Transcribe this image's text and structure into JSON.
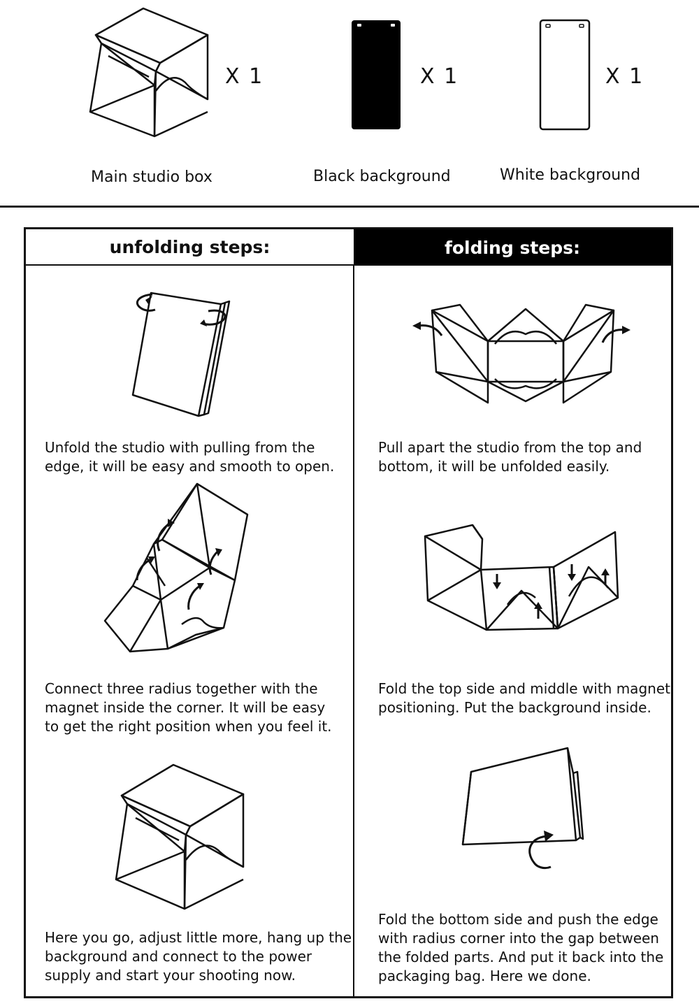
{
  "contents": {
    "items": [
      {
        "label": "Main studio box",
        "qty": "X 1"
      },
      {
        "label": "Black background",
        "qty": "X 1"
      },
      {
        "label": "White background",
        "qty": "X 1"
      }
    ]
  },
  "colors": {
    "ink": "#111111",
    "header_dark_bg": "#000000",
    "header_dark_text": "#ffffff",
    "page_bg": "#ffffff"
  },
  "unfolding": {
    "heading": "unfolding steps:",
    "steps": [
      {
        "text": "Unfold the studio with pulling from the\nedge, it will be easy and smooth to open.",
        "icon": "folded-flat-box-icon"
      },
      {
        "text": "Connect three radius together with the\nmagnet inside the corner. It will be easy\nto get the right position when you feel it.",
        "icon": "magnet-corner-icon"
      },
      {
        "text": "Here you go, adjust little more, hang up the\nbackground and connect to the power\nsupply and start your shooting now.",
        "icon": "assembled-studio-box-icon"
      }
    ]
  },
  "folding": {
    "heading": "folding steps:",
    "steps": [
      {
        "text": "Pull apart the studio from the top and\nbottom, it will be unfolded easily.",
        "icon": "pulled-apart-studio-icon"
      },
      {
        "text": "Fold the top side and middle with magnet\npositioning. Put the background inside.",
        "icon": "fold-middle-icon"
      },
      {
        "text": "Fold the bottom side and push the edge\nwith radius corner into the gap between\nthe folded parts. And put it back into the\npackaging bag. Here we done.",
        "icon": "folded-back-icon"
      }
    ]
  }
}
